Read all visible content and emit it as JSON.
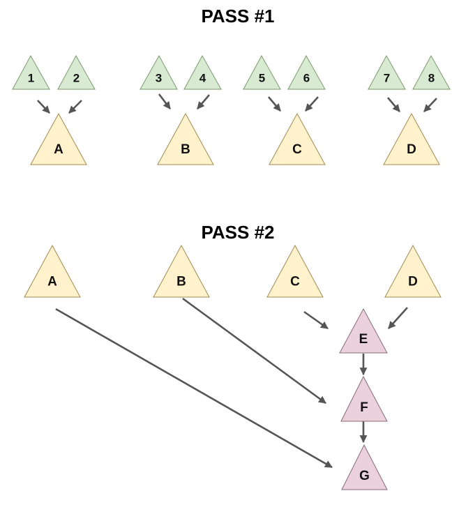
{
  "titles": {
    "pass1": "PASS #1",
    "pass2": "PASS #2"
  },
  "colors": {
    "leaf_fill": "#d9ead3",
    "leaf_stroke": "#7a9a6e",
    "merge_fill": "#fff2cc",
    "merge_stroke": "#a08a50",
    "final_fill": "#ead1dc",
    "final_stroke": "#8a6a78",
    "arrow": "#555555"
  },
  "nodes": [
    {
      "id": "n1",
      "label": "1",
      "style": "leaf"
    },
    {
      "id": "n2",
      "label": "2",
      "style": "leaf"
    },
    {
      "id": "n3",
      "label": "3",
      "style": "leaf"
    },
    {
      "id": "n4",
      "label": "4",
      "style": "leaf"
    },
    {
      "id": "n5",
      "label": "5",
      "style": "leaf"
    },
    {
      "id": "n6",
      "label": "6",
      "style": "leaf"
    },
    {
      "id": "n7",
      "label": "7",
      "style": "leaf"
    },
    {
      "id": "n8",
      "label": "8",
      "style": "leaf"
    },
    {
      "id": "p1A",
      "label": "A",
      "style": "merge"
    },
    {
      "id": "p1B",
      "label": "B",
      "style": "merge"
    },
    {
      "id": "p1C",
      "label": "C",
      "style": "merge"
    },
    {
      "id": "p1D",
      "label": "D",
      "style": "merge"
    },
    {
      "id": "p2A",
      "label": "A",
      "style": "merge"
    },
    {
      "id": "p2B",
      "label": "B",
      "style": "merge"
    },
    {
      "id": "p2C",
      "label": "C",
      "style": "merge"
    },
    {
      "id": "p2D",
      "label": "D",
      "style": "merge"
    },
    {
      "id": "E",
      "label": "E",
      "style": "final"
    },
    {
      "id": "F",
      "label": "F",
      "style": "final"
    },
    {
      "id": "G",
      "label": "G",
      "style": "final"
    }
  ],
  "edges": [
    {
      "from": "n1",
      "to": "p1A"
    },
    {
      "from": "n2",
      "to": "p1A"
    },
    {
      "from": "n3",
      "to": "p1B"
    },
    {
      "from": "n4",
      "to": "p1B"
    },
    {
      "from": "n5",
      "to": "p1C"
    },
    {
      "from": "n6",
      "to": "p1C"
    },
    {
      "from": "n7",
      "to": "p1D"
    },
    {
      "from": "n8",
      "to": "p1D"
    },
    {
      "from": "p2C",
      "to": "E"
    },
    {
      "from": "p2D",
      "to": "E"
    },
    {
      "from": "E",
      "to": "F"
    },
    {
      "from": "p2B",
      "to": "F"
    },
    {
      "from": "F",
      "to": "G"
    },
    {
      "from": "p2A",
      "to": "G"
    }
  ]
}
